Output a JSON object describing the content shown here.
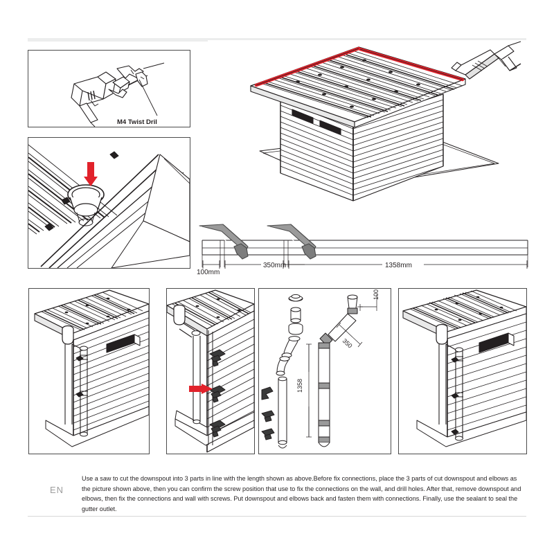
{
  "document": {
    "type": "assembly-instruction-sheet",
    "subject": "Shed gutter and downspout installation",
    "page_background": "#ffffff",
    "accent_color": "#e1222b",
    "line_color": "#231f20"
  },
  "panels": {
    "drill_detail": {
      "name": "M4 twist drill detail",
      "label": "M4 Twist Dril"
    },
    "gutter_outlet_detail": {
      "name": "Gutter outlet with red arrow",
      "arrow_color": "#e1222b",
      "arrow_direction": "down"
    },
    "shed_sealant": {
      "name": "Shed with sealant bead and caulking gun",
      "sealant_color": "#e1222b"
    },
    "dimension_drawing": {
      "name": "Downspout cut length dimensions",
      "labels": [
        "100mm",
        "350mm",
        "1358mm"
      ],
      "dim_100": "100mm",
      "dim_350": "350mm",
      "dim_1358": "1358mm"
    },
    "bottom_row": [
      {
        "id": "panel-downspout-assembled",
        "name": "Downspout assembled on shed wall",
        "has_red_arrow": false
      },
      {
        "id": "panel-wall-brackets",
        "name": "Wall brackets fixed with screws",
        "has_red_arrow": true,
        "arrow_color": "#e1222b",
        "arrow_direction": "right"
      },
      {
        "id": "panel-parts-exploded",
        "name": "Exploded parts and cut lengths",
        "has_red_arrow": false,
        "labels": [
          "1358",
          "350",
          "100"
        ],
        "dim_1358": "1358",
        "dim_350": "350",
        "dim_100": "100"
      },
      {
        "id": "panel-downspout-finished",
        "name": "Finished downspout installation",
        "has_red_arrow": false
      }
    ]
  },
  "caption": {
    "language_tag": "EN",
    "text": "Use a saw to cut the downspout into 3 parts in line with the length shown as above.Before fix connections, place the 3 parts of cut downspout and elbows as the picture shown above, then you can confirm the screw position that use to fix the connections on the wall, and drill holes. After that, remove downspout and elbows, then fix the connections and wall with screws. Put downspout and elbows back and fasten them with connections. Finally, use the sealant to seal the gutter outlet."
  }
}
